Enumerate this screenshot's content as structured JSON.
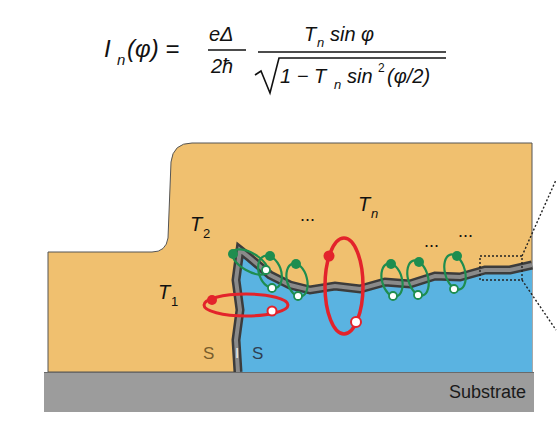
{
  "diagram": {
    "nodes": [
      {
        "text": [
          "Substrate"
        ]
      }
    ],
    "labels": [
      "I",
      "n",
      "(φ) =",
      "eΔ",
      "2ħ",
      "T",
      "n",
      "sin φ",
      "1 − T",
      "n",
      "sin",
      "2",
      "(φ/2)",
      "T",
      "2",
      "T",
      "1",
      "...",
      "T",
      "n",
      "...",
      "...",
      "S",
      "I",
      "S"
    ]
  }
}
